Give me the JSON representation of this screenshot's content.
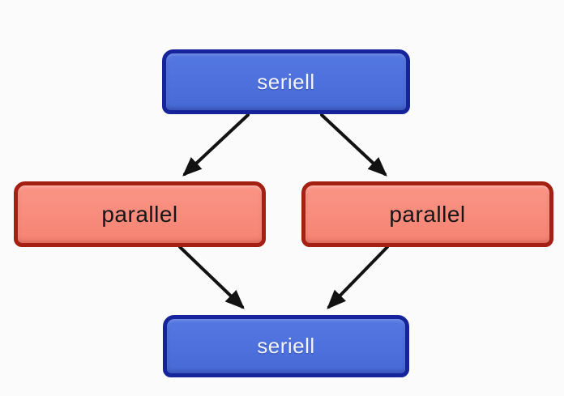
{
  "diagram": {
    "background_color": "#fbfbfb",
    "arrow_color": "#121212",
    "nodes": [
      {
        "id": "seriell-top",
        "label": "seriell",
        "kind": "seriell",
        "fill": "#4d70dc",
        "border": "#16249b",
        "text_color": "#f4f7ff"
      },
      {
        "id": "parallel-left",
        "label": "parallel",
        "kind": "parallel",
        "fill": "#f88b7c",
        "border": "#a32012",
        "text_color": "#161616"
      },
      {
        "id": "parallel-right",
        "label": "parallel",
        "kind": "parallel",
        "fill": "#f88b7c",
        "border": "#a32012",
        "text_color": "#161616"
      },
      {
        "id": "seriell-bottom",
        "label": "seriell",
        "kind": "seriell",
        "fill": "#4d70dc",
        "border": "#16249b",
        "text_color": "#f4f7ff"
      }
    ],
    "edges": [
      {
        "from": "seriell-top",
        "to": "parallel-left"
      },
      {
        "from": "seriell-top",
        "to": "parallel-right"
      },
      {
        "from": "parallel-left",
        "to": "seriell-bottom"
      },
      {
        "from": "parallel-right",
        "to": "seriell-bottom"
      }
    ]
  }
}
